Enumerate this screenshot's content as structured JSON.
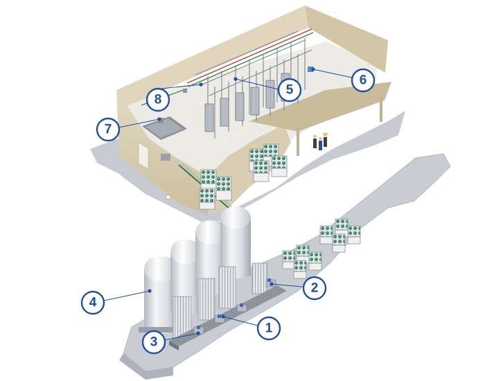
{
  "callouts": [
    {
      "id": "1",
      "label": "1"
    },
    {
      "id": "2",
      "label": "2"
    },
    {
      "id": "3",
      "label": "3"
    },
    {
      "id": "4",
      "label": "4"
    },
    {
      "id": "5",
      "label": "5"
    },
    {
      "id": "6",
      "label": "6"
    },
    {
      "id": "7",
      "label": "7"
    },
    {
      "id": "8",
      "label": "8"
    }
  ],
  "colors": {
    "callout_ring": "#1f4fa0",
    "callout_fill": "#ffffff",
    "callout_text": "#1f4fa0",
    "leader_line": "#1f4fa0",
    "ground": "#c9ccd2",
    "ground_edge": "#b3b7bf",
    "building_wall": "#d8cdb4",
    "building_wall_dark": "#c3b696",
    "building_floor": "#ece9e2",
    "tank_light": "#f2f3f5",
    "tank_mid": "#d4d7dc",
    "tank_dark": "#a9adb5",
    "cylinder_green": "#2f7a5a",
    "rack_frame": "#8a9098"
  }
}
